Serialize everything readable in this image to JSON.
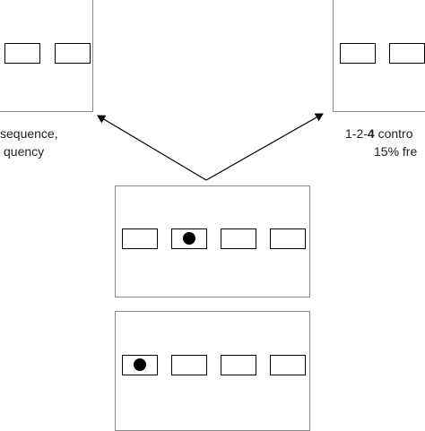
{
  "diagram": {
    "left_caption": {
      "line1": "sequence,",
      "line2": "quency"
    },
    "right_caption": {
      "line1_pre": "1-2-",
      "line1_bold": "4",
      "line1_post": " contro",
      "line2": "15% fre"
    },
    "center_panel": {
      "boxes": 4,
      "filled_box": 2
    },
    "bottom_panel": {
      "boxes": 4,
      "filled_box": 1
    },
    "colors": {
      "border": "#8a8a8a",
      "stimulus": "#000000",
      "arrow": "#000000"
    }
  }
}
